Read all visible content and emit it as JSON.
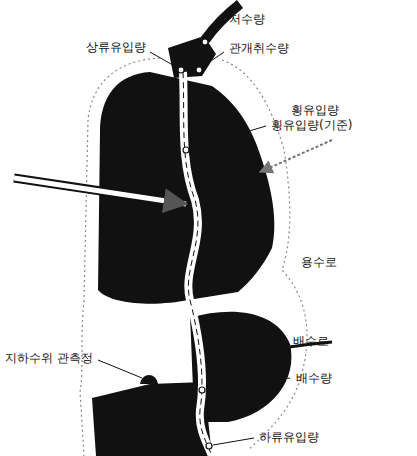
{
  "diagram": {
    "labels": [
      "저수량",
      "상류유입량",
      "관개취수량",
      "횡유입량",
      "횡유입량(기준)",
      "용수로",
      "배수로",
      "배수량",
      "지하수위 관측정",
      "하류유입량"
    ]
  }
}
